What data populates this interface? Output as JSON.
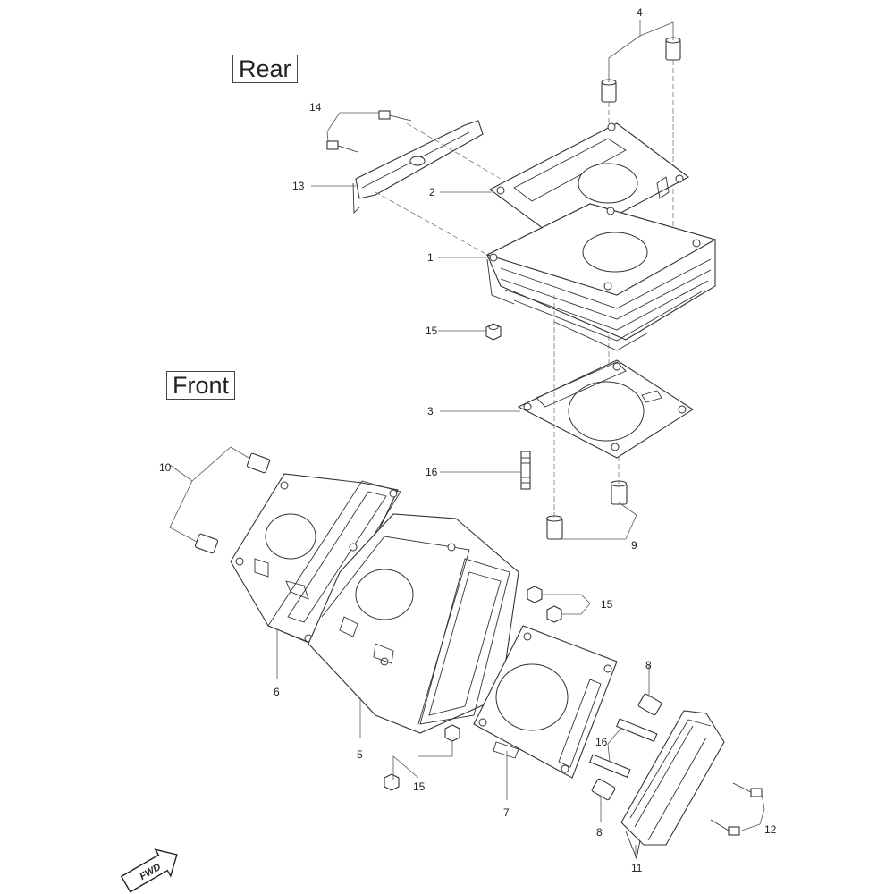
{
  "section_labels": {
    "rear": "Rear",
    "front": "Front"
  },
  "fwd_arrow": {
    "text": "FWD",
    "icon": "fwd-arrow-icon"
  },
  "callouts": {
    "c1": "1",
    "c2": "2",
    "c3": "3",
    "c4": "4",
    "c5": "5",
    "c6": "6",
    "c7": "7",
    "c8a": "8",
    "c8b": "8",
    "c9": "9",
    "c10": "10",
    "c11": "11",
    "c12": "12",
    "c13": "13",
    "c14": "14",
    "c15a": "15",
    "c15b": "15",
    "c15c": "15",
    "c16a": "16",
    "c16b": "16"
  }
}
